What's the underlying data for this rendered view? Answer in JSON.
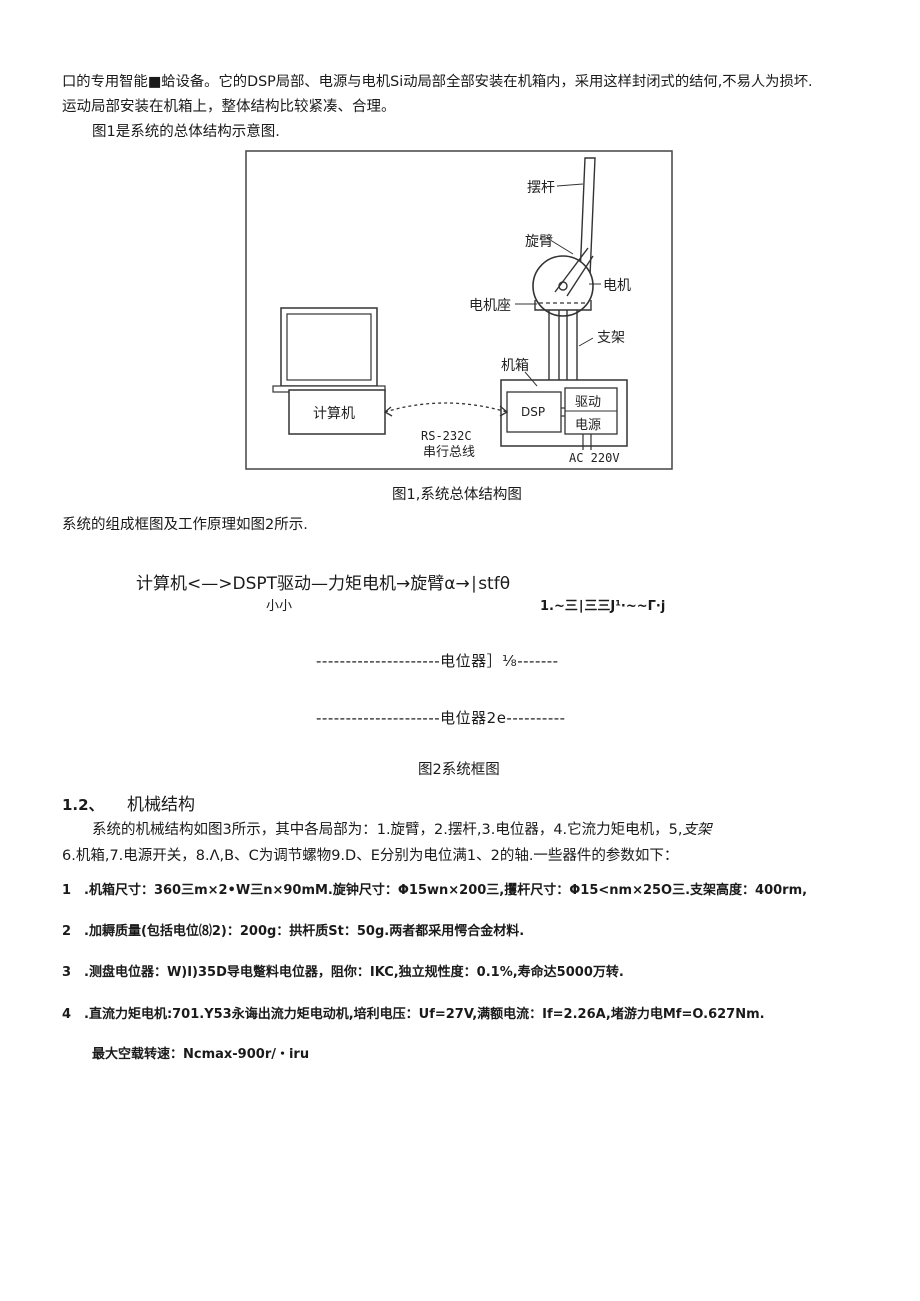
{
  "intro": {
    "line1": "口的专用智能■蛤设备。它的DSP局部、电源与电机Si动局部全部安装在机箱内，采用这样封闭式的结何,不易人为损坏.",
    "line2": "运动局部安装在机箱上，整体结构比较紧凑、合理。",
    "line3": "图1是系统的总体结构示意图."
  },
  "figure1": {
    "labels": {
      "pendulum": "摆杆",
      "arm": "旋臂",
      "motor": "电机",
      "motor_base": "电机座",
      "bracket": "支架",
      "chassis": "机箱",
      "computer": "计算机",
      "dsp": "DSP",
      "drive": "驱动",
      "power": "电源",
      "rs232": "RS-232C",
      "serial_bus": "串行总线",
      "ac": "AC 220V"
    },
    "caption": "图1,系统总体结构图"
  },
  "para_fig2_intro": "系统的组成框图及工作原理如图2所示.",
  "figure2": {
    "flow_main": "计算机<—>DSPT驱动—力矩电机→旋臂α→∣stfθ",
    "flow_left_small": "小小",
    "flow_right_small": "1.~三∣三三J¹·~~Γ·j",
    "dash1": "---------------------电位器］⅛-------",
    "dash2": "---------------------电位器2e----------",
    "caption": "图2系统框图"
  },
  "section": {
    "number": "1.2、",
    "title": "机械结构"
  },
  "mech_para": {
    "line1_pre": "系统的机械结构如图3所示，其中各局部为：1.旋臂，2.摆杆,3.电位器，4.它流力矩电机，5,",
    "line1_italic": "支架",
    "line2": "6.机箱,7.电源开关，8.Λ,B、C为调节螺物9.D、E分别为电位满1、2的轴.一些器件的参数如下："
  },
  "params": [
    {
      "num": "1",
      "text": ".机箱尺寸：360三m×2•W三n×90mM.旋钟尺寸：Φ15wn×200三,攫杆尺寸：Φ15<nm×25O三.支架高度：400rm,"
    },
    {
      "num": "2",
      "text": ".加耨质量(包括电位⑻2)：200g：拱杆质St：50g.两者都采用愕合金材料."
    },
    {
      "num": "3",
      "text": ".测盘电位器：W)I)35D导电蹩料电位器，阻你：IKC,独立规性度：0.1%,寿命达5000万转."
    },
    {
      "num": "4",
      "text": ".直流力矩电机:701.Y53永诲出流力矩电动机,培利电压：Uf=27V,满额电流：If=2.26A,堵游力电Mf=O.627Nm."
    }
  ],
  "final_line": "最大空载转速：Ncmax-900r/・iru"
}
